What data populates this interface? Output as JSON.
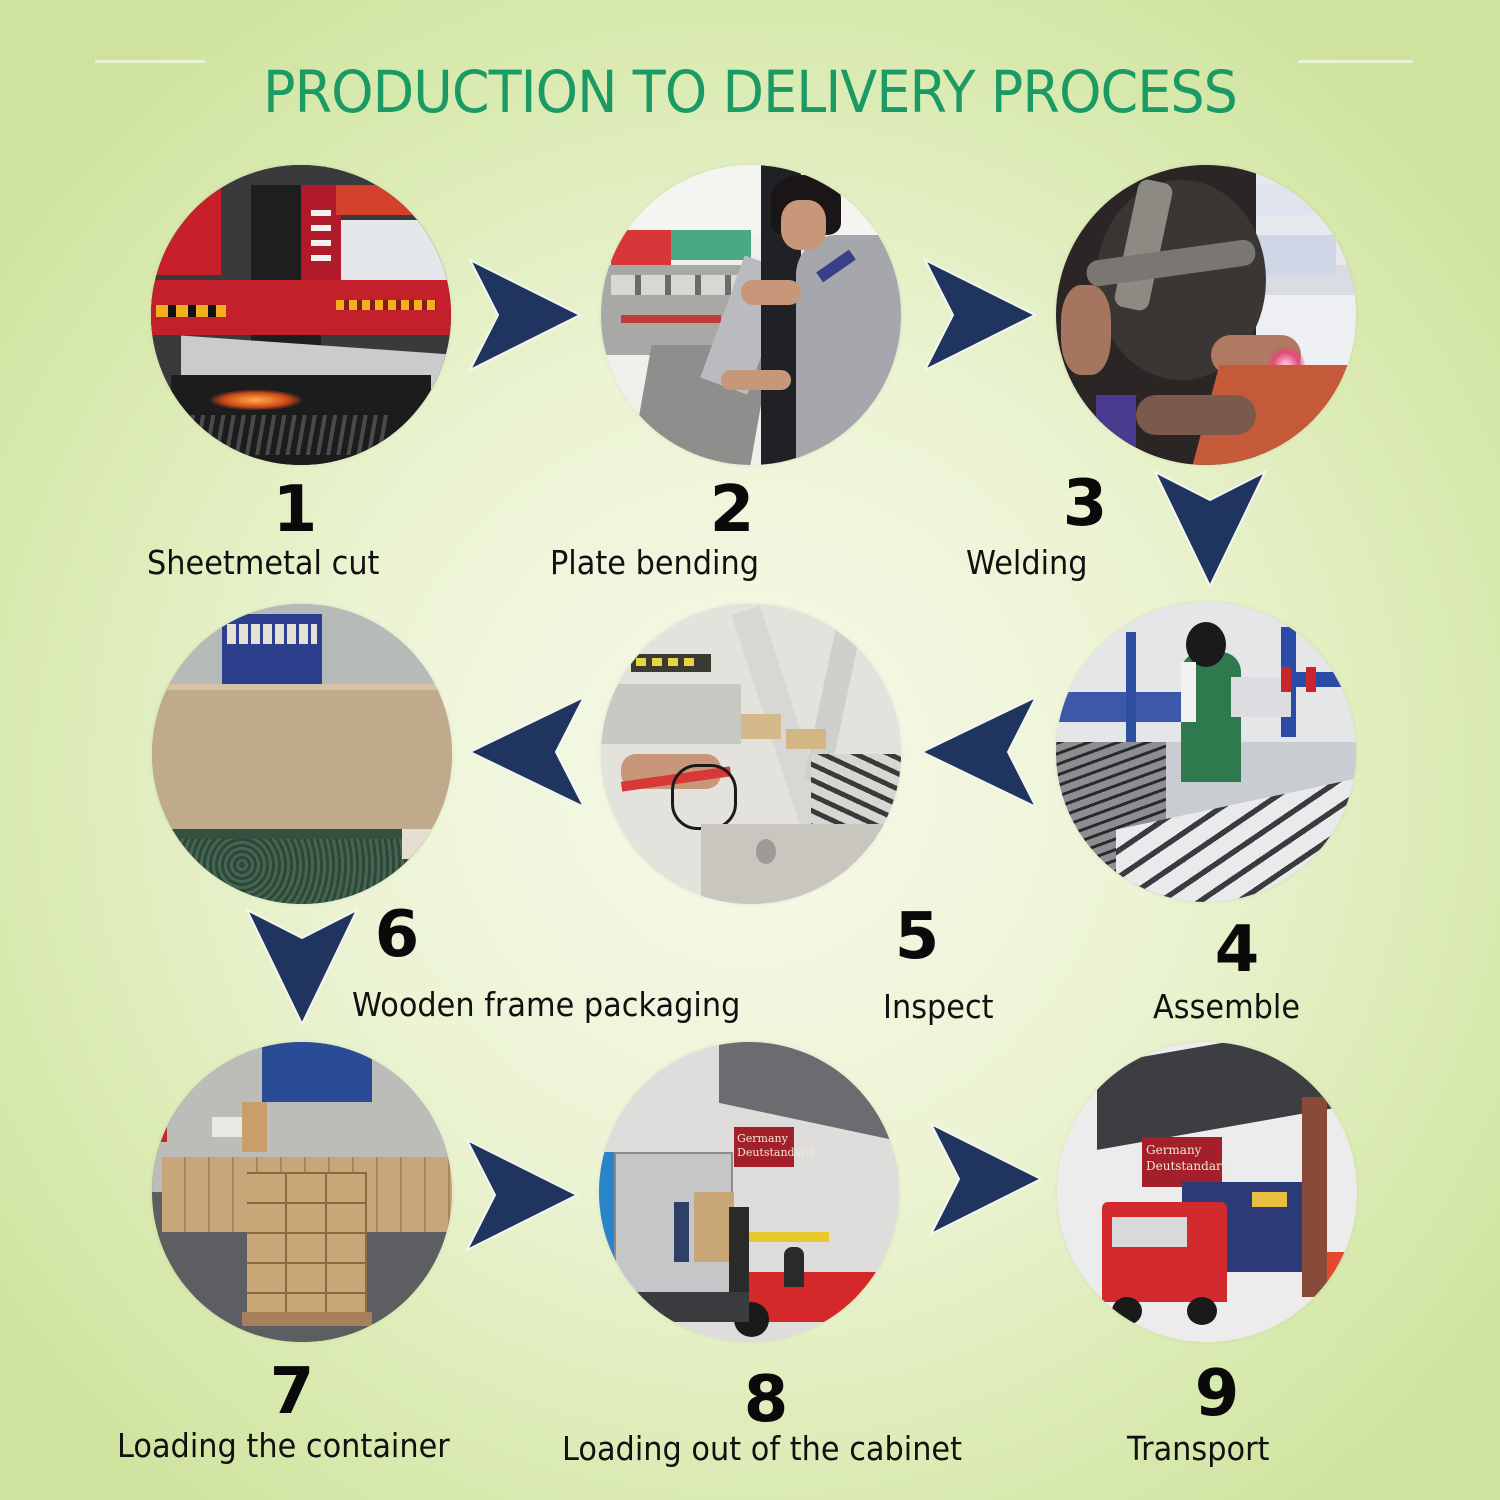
{
  "title": "PRODUCTION TO DELIVERY PROCESS",
  "colors": {
    "title": "#1c9a63",
    "arrow": "#1f3560",
    "number": "#0a0a0a",
    "label": "#111111"
  },
  "steps": [
    {
      "number": "1",
      "label": "Sheetmetal cut",
      "photo": "laser-cutting-machine"
    },
    {
      "number": "2",
      "label": "Plate bending",
      "photo": "worker-at-press-brake"
    },
    {
      "number": "3",
      "label": "Welding",
      "photo": "welder-with-mask"
    },
    {
      "number": "4",
      "label": "Assemble",
      "photo": "assembly-line-worker"
    },
    {
      "number": "5",
      "label": "Inspect",
      "photo": "inspection-station"
    },
    {
      "number": "6",
      "label": "Wooden frame packaging",
      "photo": "wooden-crate-packaging"
    },
    {
      "number": "7",
      "label": "Loading the container",
      "photo": "warehouse-boxes-on-pallets"
    },
    {
      "number": "8",
      "label": "Loading out of the cabinet",
      "photo": "forklift-loading-container"
    },
    {
      "number": "9",
      "label": "Transport",
      "photo": "red-truck-with-container"
    }
  ],
  "arrows": [
    {
      "from": "1",
      "to": "2",
      "direction": "right"
    },
    {
      "from": "2",
      "to": "3",
      "direction": "right"
    },
    {
      "from": "3",
      "to": "4",
      "direction": "down"
    },
    {
      "from": "4",
      "to": "5",
      "direction": "left"
    },
    {
      "from": "5",
      "to": "6",
      "direction": "left"
    },
    {
      "from": "6",
      "to": "7",
      "direction": "down"
    },
    {
      "from": "7",
      "to": "8",
      "direction": "right"
    },
    {
      "from": "8",
      "to": "9",
      "direction": "right"
    }
  ],
  "photo_text": {
    "banner_line1": "Germany",
    "banner_line2": "Deutstandard"
  }
}
